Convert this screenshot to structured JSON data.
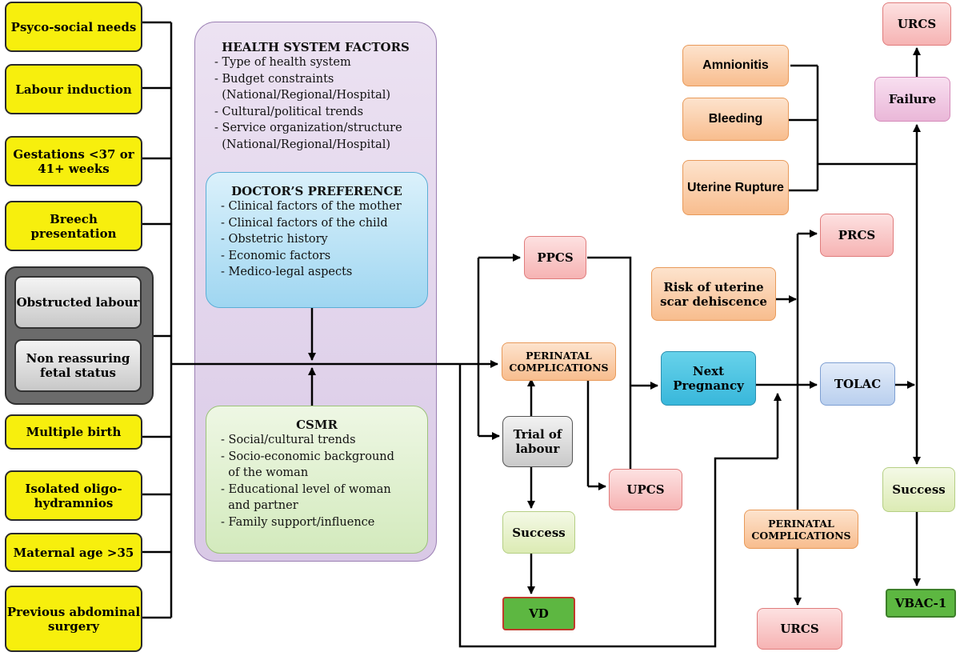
{
  "left_factors": {
    "psycho_social": "Psyco-social needs",
    "labour_induction": "Labour induction",
    "gestations": "Gestations <37 or 41+ weeks",
    "breech": "Breech presentation",
    "obstructed": "Obstructed labour",
    "non_reassuring": "Non reassuring fetal status",
    "multiple_birth": "Multiple birth",
    "oligohydramnios": "Isolated oligo-hydramnios",
    "maternal_age": "Maternal age >35",
    "previous_surgery": "Previous abdominal surgery"
  },
  "health_system": {
    "title": "HEALTH SYSTEM FACTORS",
    "items": [
      "- Type of health system",
      "- Budget constraints",
      "  (National/Regional/Hospital)",
      "- Cultural/political trends",
      "- Service organization/structure",
      "  (National/Regional/Hospital)"
    ]
  },
  "doctor": {
    "title": "DOCTOR’S PREFERENCE",
    "items": [
      "- Clinical factors of the mother",
      "- Clinical factors of the child",
      "- Obstetric history",
      "- Economic factors",
      "- Medico-legal aspects"
    ]
  },
  "csmr": {
    "title": "CSMR",
    "items": [
      "- Social/cultural trends",
      "- Socio-economic background",
      "  of the woman",
      "- Educational level of woman",
      "  and partner",
      "- Family support/influence"
    ]
  },
  "flow": {
    "ppcs": "PPCS",
    "perinatal_1": "PERINATAL COMPLICATIONS",
    "trial": "Trial of labour",
    "upcs": "UPCS",
    "success_1": "Success",
    "vd": "VD",
    "next_pregnancy": "Next Pregnancy",
    "tolac": "TOLAC",
    "prcs": "PRCS",
    "risk": "Risk of uterine scar dehiscence",
    "perinatal_2": "PERINATAL COMPLICATIONS",
    "urcs_bottom": "URCS",
    "amnionitis": "Amnionitis",
    "bleeding": "Bleeding",
    "uterine_rupture": "Uterine Rupture",
    "failure": "Failure",
    "urcs_top": "URCS",
    "success_2": "Success",
    "vbac": "VBAC-1"
  }
}
